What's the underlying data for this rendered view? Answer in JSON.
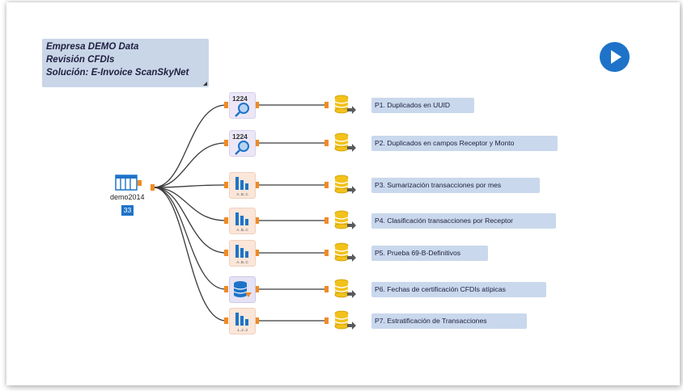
{
  "header": {
    "line1": "Empresa DEMO Data",
    "line2": "Revisión CFDIs",
    "line3": "Solución: E-Invoice ScanSkyNet"
  },
  "run_button": {
    "icon": "play-icon",
    "color": "#1e73c8"
  },
  "source": {
    "label": "demo2014",
    "count": "33",
    "icon": "input-table-icon"
  },
  "colors": {
    "connector_orange": "#f08a24",
    "line": "#3a3a3a",
    "output_yellow": "#f2c21b",
    "label_bg": "#c9d8ec",
    "accent_blue": "#1e73c8"
  },
  "tools": [
    {
      "icon": "sort-search-icon",
      "kind": "sort",
      "caption": "1224"
    },
    {
      "icon": "sort-search-icon",
      "kind": "sort",
      "caption": "1224"
    },
    {
      "icon": "summarize-icon",
      "kind": "summ",
      "caption": "A..B..C"
    },
    {
      "icon": "summarize-icon",
      "kind": "summ",
      "caption": "A..B..C"
    },
    {
      "icon": "summarize-icon",
      "kind": "summ",
      "caption": "A..B..C"
    },
    {
      "icon": "database-process-icon",
      "kind": "db",
      "caption": ""
    },
    {
      "icon": "stratify-icon",
      "kind": "summ",
      "caption": "1..2..3"
    }
  ],
  "outputs": [
    {
      "label": "P1. Duplicados en UUID"
    },
    {
      "label": "P2. Duplicados en campos Receptor y Monto"
    },
    {
      "label": "P3. Sumarización transacciones por mes"
    },
    {
      "label": "P4. Clasificación transacciones por Receptor"
    },
    {
      "label": "P5. Prueba 69-B-Definitivos"
    },
    {
      "label": "P6. Fechas de certificación CFDIs atípicas"
    },
    {
      "label": "P7. Estratificación de Transacciones"
    }
  ]
}
